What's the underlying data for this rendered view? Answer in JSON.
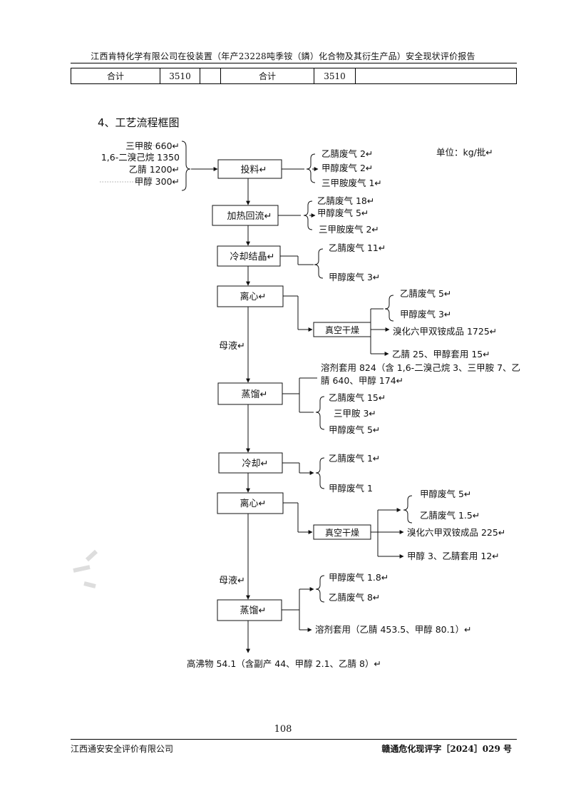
{
  "header": {
    "title": "江西肯特化学有限公司在役装置（年产23228吨季铵（鏻）化合物及其衍生产品）安全现状评价报告"
  },
  "summary_table": {
    "cells": [
      "合计",
      "3510",
      "",
      "合计",
      "3510",
      ""
    ]
  },
  "section_title": "4、工艺流程框图",
  "unit_label": "单位：kg/批↵",
  "inputs": [
    {
      "label": "三甲胺 660↵"
    },
    {
      "label": "1,6-二溴己烷 1350"
    },
    {
      "label": "乙腈 1200↵"
    },
    {
      "label": "甲醇 300↵"
    }
  ],
  "boxes": {
    "b1": "投料↵",
    "b2": "加热回流↵",
    "b3": "冷却结晶↵",
    "b4": "离心↵",
    "b5": "真空干燥",
    "b6": "蒸馏↵",
    "b7": "冷却↵",
    "b8": "离心↵",
    "b9": "真空干燥",
    "b10": "蒸馏↵"
  },
  "outputs": {
    "o1": "乙腈废气 2↵",
    "o2": "甲醇废气 2↵",
    "o3": "三甲胺废气 1↵",
    "o4": "乙腈废气 18↵",
    "o5": "甲醇废气 5↵",
    "o6": "三甲胺废气 2↵",
    "o7": "乙腈废气 11↵",
    "o8": "甲醇废气 3↵",
    "o9": "乙腈废气 5↵",
    "o10": "甲醇废气 3↵",
    "o11": "溴化六甲双铵成品 1725↵",
    "o12": "乙腈 25、甲醇套用 15↵",
    "o13a": "溶剂套用 824（含 1,6-二溴己烷 3、三甲胺 7、乙",
    "o13b": "腈 640、甲醇 174↵",
    "o14": "乙腈废气 15↵",
    "o15": "三甲胺 3↵",
    "o16": "甲醇废气 5↵",
    "o17": "乙腈废气 1↵",
    "o18": "甲醇废气 1",
    "o19": "甲醇废气 5↵",
    "o20": "乙腈废气 1.5↵",
    "o21": "溴化六甲双铵成品 225↵",
    "o22": "甲醇 3、乙腈套用 12↵",
    "o23": "甲醇废气 1.8↵",
    "o24": "乙腈废气 8↵",
    "o25": "溶剂套用（乙腈 453.5、甲醇 80.1）↵",
    "o26": "高沸物 54.1（含副产 44、甲醇 2.1、乙腈 8）↵"
  },
  "side_labels": {
    "mother_liquor_1": "母液↵",
    "mother_liquor_2": "母液↵"
  },
  "footer": {
    "page_number": "108",
    "company": "江西通安安全评价有限公司",
    "report_no": "赣通危化现评字［2024］029 号"
  }
}
